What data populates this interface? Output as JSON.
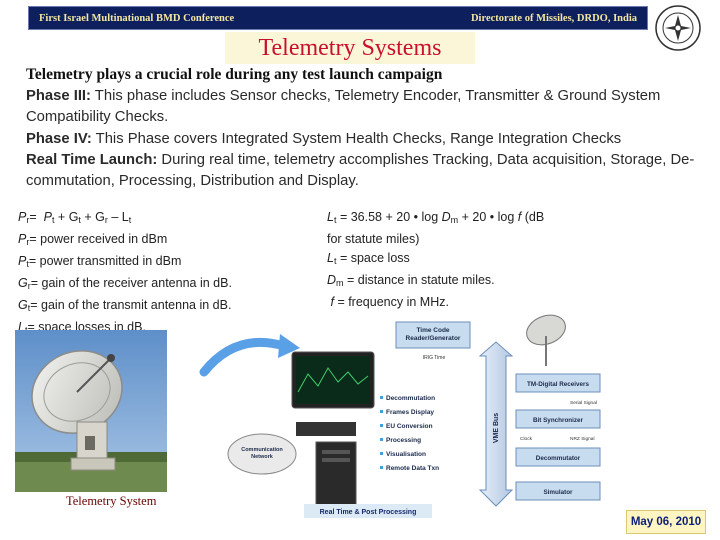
{
  "header": {
    "left_text": "First Israel Multinational BMD Conference",
    "right_text": "Directorate of Missiles, DRDO, India"
  },
  "title": "Telemetry Systems",
  "subtitle": "Telemetry plays a crucial role during any test launch campaign",
  "phases": [
    {
      "label": "Phase III:",
      "text": " This phase includes Sensor checks, Telemetry Encoder, Transmitter & Ground System Compatibility Checks."
    },
    {
      "label": "Phase IV:",
      "text": " This Phase covers Integrated System Health Checks, Range Integration Checks"
    },
    {
      "label": "Real Time Launch:",
      "text": " During real time, telemetry accomplishes Tracking, Data acquisition, Storage, De-commutation, Processing, Distribution and Display."
    }
  ],
  "formula_left": {
    "line1_tail": " + G",
    "line1_tail2": " + G",
    "line1_tail3": " – L",
    "defs": [
      {
        "sym": "P",
        "sub": "r",
        "text": "=  power received in dBm"
      },
      {
        "sym": "P",
        "sub": "t",
        "text": "=  power transmitted in dBm"
      },
      {
        "sym": "G",
        "sub": "r",
        "text": "=  gain of the receiver antenna in dB."
      },
      {
        "sym": "G",
        "sub": "t",
        "text": "=  gain of the transmit antenna in dB."
      },
      {
        "sym": "L",
        "sub": "t",
        "text": "=  space losses in dB."
      }
    ]
  },
  "formula_right": {
    "eq_a": " =  36.58 + 20 • log ",
    "eq_b": " + 20 • log ",
    "eq_c": "  (dB",
    "eq_line2": "for statute miles)",
    "def1": "  =  space loss",
    "def2": " =  distance in statute miles.",
    "def3": "   =  frequency in MHz."
  },
  "diagram": {
    "time_code": "Time Code Reader/Generator",
    "irig": "IRIG Time",
    "vme_bus": "VME Bus",
    "tm_receivers": "TM-Digital Receivers",
    "serial_signal": "Serial Signal",
    "bit_sync": "Bit Synchronizer",
    "clock": "Clock",
    "nrz": "NRZ Signal",
    "decommutator": "Decommutator",
    "simulator": "Simulator",
    "comm_network": "Communication Network",
    "footer": "Real Time & Post Processing",
    "functions": [
      "Decommutation",
      "Frames Display",
      "EU Conversion",
      "Processing",
      "Visualisation",
      "Remote Data Txn"
    ]
  },
  "photo_caption": "Telemetry System",
  "date": "May 06, 2010",
  "colors": {
    "header_bg": "#0d1f5c",
    "header_text": "#f2e6a0",
    "title_text": "#c8102e",
    "title_bg": "#fbf6d8",
    "date_bg": "#fff5c2",
    "date_text": "#0d1f7a",
    "box_fill": "#c8dcef",
    "box_stroke": "#6b8fb8"
  }
}
